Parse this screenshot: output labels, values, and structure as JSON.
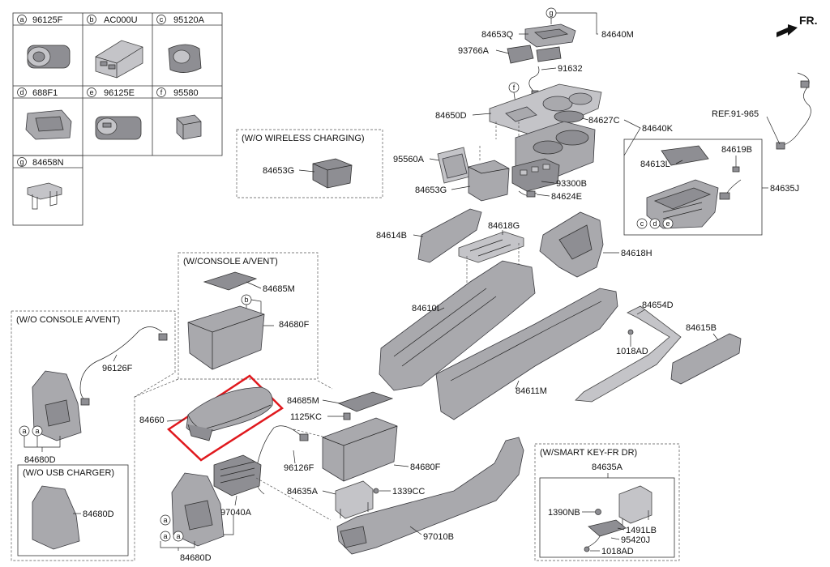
{
  "legend_cells": [
    {
      "letter": "a",
      "code": "96125F",
      "icon": "usb-charger-round-icon"
    },
    {
      "letter": "b",
      "code": "AC000U",
      "icon": "usb-hub-icon"
    },
    {
      "letter": "c",
      "code": "95120A",
      "icon": "aux-jack-icon"
    },
    {
      "letter": "d",
      "code": "688F1",
      "icon": "power-outlet-cover-icon"
    },
    {
      "letter": "e",
      "code": "96125E",
      "icon": "usb-charger-icon"
    },
    {
      "letter": "f",
      "code": "95580",
      "icon": "switch-knob-icon"
    },
    {
      "letter": "g",
      "code": "84658N",
      "icon": "bracket-clip-icon"
    }
  ],
  "direction_label": "FR.",
  "group_headers": {
    "wireless": "(W/O WIRELESS CHARGING)",
    "console_vent": "(W/CONSOLE A/VENT)",
    "no_console_vent": "(W/O CONSOLE A/VENT)",
    "no_usb": "(W/O USB CHARGER)",
    "smart_key": "(W/SMART KEY-FR DR)"
  },
  "callouts": {
    "p84653Q": "84653Q",
    "p84640M": "84640M",
    "p93766A": "93766A",
    "p91632": "91632",
    "p84650D": "84650D",
    "p84627C": "84627C",
    "p84640K": "84640K",
    "pRef": "REF.91-965",
    "p95560A": "95560A",
    "p84653G_main": "84653G",
    "p93300B": "93300B",
    "p84624E": "84624E",
    "p84613L": "84613L",
    "p84619B": "84619B",
    "p84635J": "84635J",
    "p84653G_wl": "84653G",
    "p84614B": "84614B",
    "p84618G": "84618G",
    "p84618H": "84618H",
    "p84685M_top": "84685M",
    "p84680F_top": "84680F",
    "p84610I": "84610I",
    "p84654D": "84654D",
    "p84615B": "84615B",
    "p1018AD_mid": "1018AD",
    "p84611M": "84611M",
    "p96126F_left": "96126F",
    "p84680D_left": "84680D",
    "p84660": "84660",
    "p84685M_mid": "84685M",
    "p1125KC": "1125KC",
    "p96126F_mid": "96126F",
    "p84680F_mid": "84680F",
    "p84635A_mid": "84635A",
    "p1339CC": "1339CC",
    "p84680D_usb": "84680D",
    "p97040A": "97040A",
    "p84680D_bot": "84680D",
    "p97010B": "97010B",
    "p84635A_sk": "84635A",
    "p1390NB": "1390NB",
    "p1491LB": "1491LB",
    "p95420J": "95420J",
    "p1018AD_sk": "1018AD"
  }
}
